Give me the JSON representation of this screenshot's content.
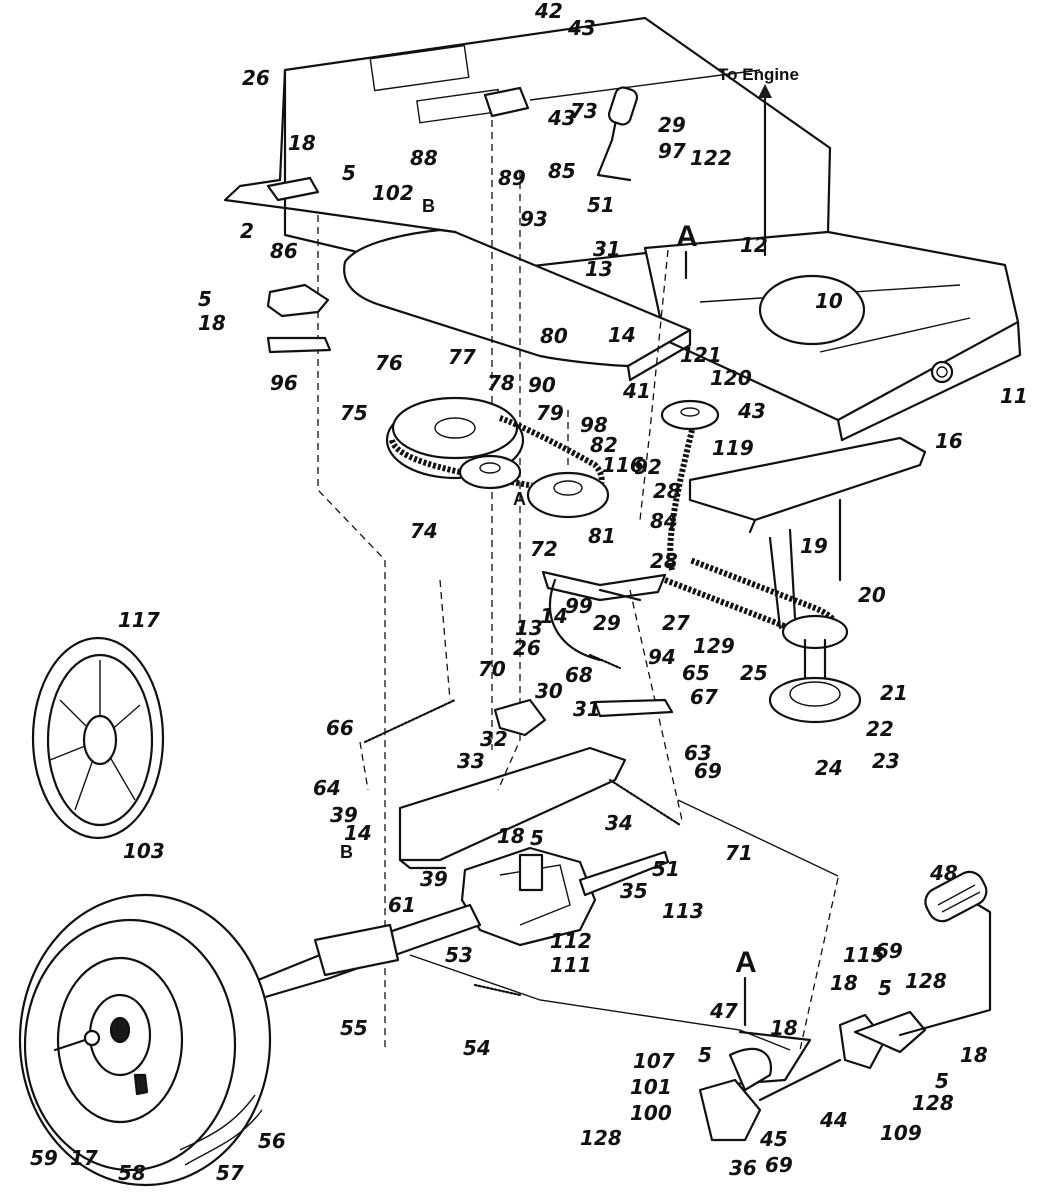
{
  "annotation": {
    "to_engine": "To Engine",
    "ref_b_top": "B",
    "ref_b_bottom": "B",
    "ref_a_top": "A",
    "ref_a_bottom": "A",
    "ref_a_pulley": "A"
  },
  "callouts": [
    {
      "id": "c42",
      "label": "42"
    },
    {
      "id": "c43a",
      "label": "43"
    },
    {
      "id": "c26a",
      "label": "26"
    },
    {
      "id": "c73",
      "label": "73"
    },
    {
      "id": "c43b",
      "label": "43"
    },
    {
      "id": "c29a",
      "label": "29"
    },
    {
      "id": "c97",
      "label": "97"
    },
    {
      "id": "c18a",
      "label": "18"
    },
    {
      "id": "c5a",
      "label": "5"
    },
    {
      "id": "c88",
      "label": "88"
    },
    {
      "id": "c89",
      "label": "89"
    },
    {
      "id": "c85",
      "label": "85"
    },
    {
      "id": "c122",
      "label": "122"
    },
    {
      "id": "c102",
      "label": "102"
    },
    {
      "id": "c51a",
      "label": "51"
    },
    {
      "id": "c2",
      "label": "2"
    },
    {
      "id": "c93",
      "label": "93"
    },
    {
      "id": "c12",
      "label": "12"
    },
    {
      "id": "c31a",
      "label": "31"
    },
    {
      "id": "c86",
      "label": "86"
    },
    {
      "id": "c13a",
      "label": "13"
    },
    {
      "id": "c5b",
      "label": "5"
    },
    {
      "id": "c18b",
      "label": "18"
    },
    {
      "id": "c10",
      "label": "10"
    },
    {
      "id": "c14a",
      "label": "14"
    },
    {
      "id": "c96",
      "label": "96"
    },
    {
      "id": "c80",
      "label": "80"
    },
    {
      "id": "c121",
      "label": "121"
    },
    {
      "id": "c120",
      "label": "120"
    },
    {
      "id": "c11",
      "label": "11"
    },
    {
      "id": "c76",
      "label": "76"
    },
    {
      "id": "c77",
      "label": "77"
    },
    {
      "id": "c78",
      "label": "78"
    },
    {
      "id": "c90",
      "label": "90"
    },
    {
      "id": "c41",
      "label": "41"
    },
    {
      "id": "c43c",
      "label": "43"
    },
    {
      "id": "c75",
      "label": "75"
    },
    {
      "id": "c79",
      "label": "79"
    },
    {
      "id": "c98",
      "label": "98"
    },
    {
      "id": "c16",
      "label": "16"
    },
    {
      "id": "c119",
      "label": "119"
    },
    {
      "id": "c82",
      "label": "82"
    },
    {
      "id": "c116",
      "label": "116"
    },
    {
      "id": "c92",
      "label": "92"
    },
    {
      "id": "c28a",
      "label": "28"
    },
    {
      "id": "c84",
      "label": "84"
    },
    {
      "id": "c74",
      "label": "74"
    },
    {
      "id": "c72",
      "label": "72"
    },
    {
      "id": "c81",
      "label": "81"
    },
    {
      "id": "c28b",
      "label": "28"
    },
    {
      "id": "c19",
      "label": "19"
    },
    {
      "id": "c20",
      "label": "20"
    },
    {
      "id": "c99",
      "label": "99"
    },
    {
      "id": "c14b",
      "label": "14"
    },
    {
      "id": "c27",
      "label": "27"
    },
    {
      "id": "c13b",
      "label": "13"
    },
    {
      "id": "c29b",
      "label": "29"
    },
    {
      "id": "c129",
      "label": "129"
    },
    {
      "id": "c117",
      "label": "117"
    },
    {
      "id": "c94",
      "label": "94"
    },
    {
      "id": "c25",
      "label": "25"
    },
    {
      "id": "c26b",
      "label": "26"
    },
    {
      "id": "c65",
      "label": "65"
    },
    {
      "id": "c68",
      "label": "68"
    },
    {
      "id": "c70",
      "label": "70"
    },
    {
      "id": "c30",
      "label": "30"
    },
    {
      "id": "c67",
      "label": "67"
    },
    {
      "id": "c21",
      "label": "21"
    },
    {
      "id": "c66",
      "label": "66"
    },
    {
      "id": "c31b",
      "label": "31"
    },
    {
      "id": "c22",
      "label": "22"
    },
    {
      "id": "c32",
      "label": "32"
    },
    {
      "id": "c23",
      "label": "23"
    },
    {
      "id": "c24",
      "label": "24"
    },
    {
      "id": "c63",
      "label": "63"
    },
    {
      "id": "c33",
      "label": "33"
    },
    {
      "id": "c69a",
      "label": "69"
    },
    {
      "id": "c64",
      "label": "64"
    },
    {
      "id": "c39a",
      "label": "39"
    },
    {
      "id": "c14c",
      "label": "14"
    },
    {
      "id": "c34",
      "label": "34"
    },
    {
      "id": "c18c",
      "label": "18"
    },
    {
      "id": "c5c",
      "label": "5"
    },
    {
      "id": "c103",
      "label": "103"
    },
    {
      "id": "c71",
      "label": "71"
    },
    {
      "id": "c39b",
      "label": "39"
    },
    {
      "id": "c51b",
      "label": "51"
    },
    {
      "id": "c48",
      "label": "48"
    },
    {
      "id": "c35",
      "label": "35"
    },
    {
      "id": "c61",
      "label": "61"
    },
    {
      "id": "c113",
      "label": "113"
    },
    {
      "id": "c53",
      "label": "53"
    },
    {
      "id": "c112",
      "label": "112"
    },
    {
      "id": "c111",
      "label": "111"
    },
    {
      "id": "c115",
      "label": "115"
    },
    {
      "id": "c69b",
      "label": "69"
    },
    {
      "id": "c18d",
      "label": "18"
    },
    {
      "id": "c128a",
      "label": "128"
    },
    {
      "id": "c5d",
      "label": "5"
    },
    {
      "id": "c55",
      "label": "55"
    },
    {
      "id": "c54",
      "label": "54"
    },
    {
      "id": "c47",
      "label": "47"
    },
    {
      "id": "c18e",
      "label": "18"
    },
    {
      "id": "c107",
      "label": "107"
    },
    {
      "id": "c5e",
      "label": "5"
    },
    {
      "id": "c18f",
      "label": "18"
    },
    {
      "id": "c5f",
      "label": "5"
    },
    {
      "id": "c101",
      "label": "101"
    },
    {
      "id": "c128b",
      "label": "128"
    },
    {
      "id": "c100",
      "label": "100"
    },
    {
      "id": "c44",
      "label": "44"
    },
    {
      "id": "c109",
      "label": "109"
    },
    {
      "id": "c45",
      "label": "45"
    },
    {
      "id": "c128c",
      "label": "128"
    },
    {
      "id": "c69c",
      "label": "69"
    },
    {
      "id": "c36",
      "label": "36"
    },
    {
      "id": "c56",
      "label": "56"
    },
    {
      "id": "c59",
      "label": "59"
    },
    {
      "id": "c17",
      "label": "17"
    },
    {
      "id": "c58",
      "label": "58"
    },
    {
      "id": "c57",
      "label": "57"
    }
  ]
}
